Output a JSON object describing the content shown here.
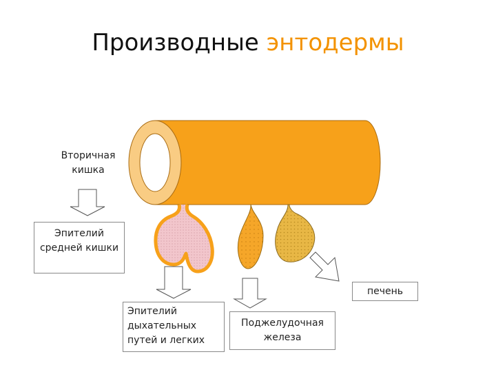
{
  "title": {
    "main": "Производные ",
    "accent": "энтодермы",
    "accent_color": "#f39200"
  },
  "labels": {
    "secondary_gut": [
      "Вторичная",
      "кишка"
    ],
    "midgut_epithelium": [
      "Эпителий",
      "средней кишки"
    ],
    "liver": "печень",
    "airway_epithelium": [
      "Эпителий",
      "дыхательных",
      "путей и легких"
    ],
    "pancreas": [
      "Поджелудочная",
      "железа"
    ]
  },
  "colors": {
    "tube": "#f7a11a",
    "tube_ring": "#f9cc83",
    "lung": "#f2c9cf",
    "pancreas": "#f5a629",
    "liver": "#e2b646"
  }
}
